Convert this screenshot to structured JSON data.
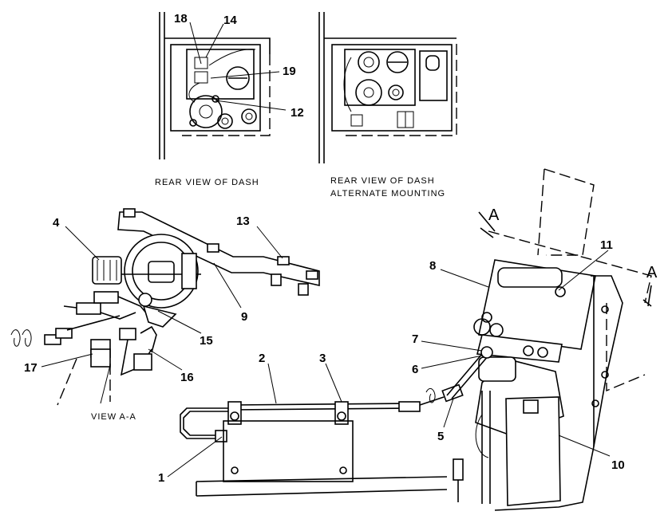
{
  "views": {
    "rear_dash": "REAR VIEW OF DASH",
    "rear_dash_alt_line1": "REAR VIEW OF DASH",
    "rear_dash_alt_line2": "ALTERNATE MOUNTING",
    "view_aa": "VIEW A-A"
  },
  "section_marks": [
    "A",
    "A"
  ],
  "callouts": [
    "1",
    "2",
    "3",
    "4",
    "5",
    "6",
    "7",
    "8",
    "9",
    "10",
    "11",
    "12",
    "13",
    "14",
    "15",
    "16",
    "17",
    "18",
    "19"
  ]
}
